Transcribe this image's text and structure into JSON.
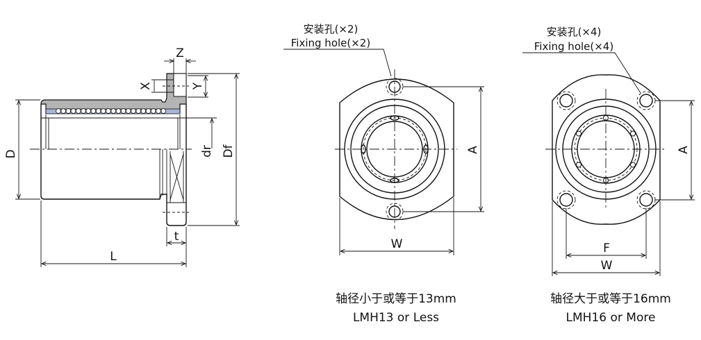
{
  "side_view": {
    "labels": {
      "Z": "Z",
      "X": "X",
      "Y": "Y",
      "D": "D",
      "dr": "dr",
      "Df": "Df",
      "t": "t",
      "L": "L"
    }
  },
  "view_small": {
    "callout_cn": "安装孔(×2)",
    "callout_en": "Fixing hole(×2)",
    "dim_A": "A",
    "dim_W": "W",
    "caption_cn": "轴径小于或等于13mm",
    "caption_en": "LMH13 or Less"
  },
  "view_large": {
    "callout_cn": "安装孔(×4)",
    "callout_en": "Fixing hole(×4)",
    "dim_A": "A",
    "dim_F": "F",
    "dim_W": "W",
    "caption_cn": "轴径大于或等于16mm",
    "caption_en": "LMH16 or More"
  },
  "colors": {
    "section_fill": "#b4b4b4",
    "retainer": "#a9b4d6"
  }
}
